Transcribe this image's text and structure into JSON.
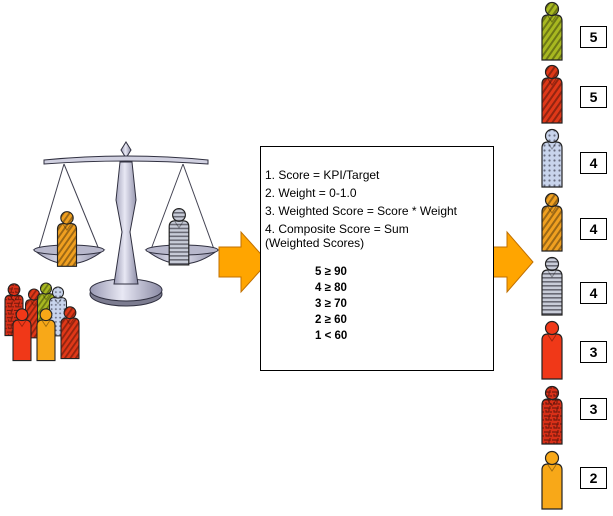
{
  "rules": {
    "steps": [
      "1. Score = KPI/Target",
      "2. Weight = 0-1.0",
      "3. Weighted Score = Score * Weight",
      "4. Composite Score = Sum",
      "(Weighted Scores)"
    ],
    "bands": [
      "5 ≥ 90",
      "4 ≥ 80",
      "3 ≥ 70",
      "2 ≥ 60",
      "1 < 60"
    ]
  },
  "ranked": [
    {
      "score": "5",
      "color": "#a8b820",
      "pattern": "stripes"
    },
    {
      "score": "5",
      "color": "#e03818",
      "pattern": "stripes"
    },
    {
      "score": "4",
      "color": "#c8d4ec",
      "pattern": "dots"
    },
    {
      "score": "4",
      "color": "#f0a020",
      "pattern": "stripes"
    },
    {
      "score": "4",
      "color": "#c8ccd8",
      "pattern": "hstripes"
    },
    {
      "score": "3",
      "color": "#f03818",
      "pattern": "solid"
    },
    {
      "score": "3",
      "color": "#d83018",
      "pattern": "maze"
    },
    {
      "score": "2",
      "color": "#f8a818",
      "pattern": "solid"
    }
  ],
  "colors": {
    "arrow_fill": "#ffa500",
    "arrow_stroke": "#c07000",
    "scale_metal": "#c8c8dc",
    "scale_dark": "#606070"
  },
  "icons": [
    "balance-scale-icon",
    "people-group-icon",
    "person-icon",
    "arrow-right-icon"
  ]
}
